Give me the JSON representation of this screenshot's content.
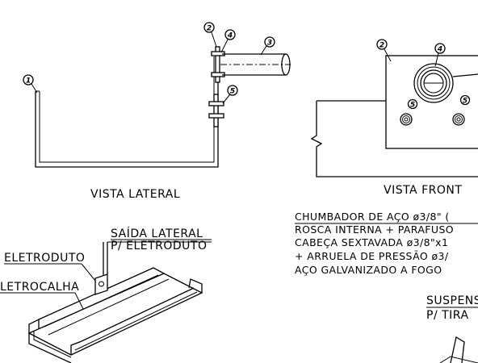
{
  "views": {
    "side": {
      "title": "VISTA LATERAL"
    },
    "front": {
      "title": "VISTA FRONT"
    }
  },
  "callouts": [
    "1",
    "2",
    "3",
    "4",
    "5"
  ],
  "anchor_note": {
    "lines": [
      "CHUMBADOR DE AÇO ø3/8\" (",
      "ROSCA INTERNA + PARAFUSO",
      "CABEÇA SEXTAVADA ø3/8\"x1",
      "+ ARRUELA DE PRESSÃO ø3/",
      "AÇO GALVANIZADO A FOGO"
    ]
  },
  "iso_labels": {
    "eletroduto": "ELETRODUTO",
    "eletrocalha": "LETROCALHA",
    "saida_1": "SAÍDA LATERAL",
    "saida_2": "P/ ELETRODUTO",
    "suspensao_1": "SUSPENS",
    "suspensao_2": "P/ TIRA"
  }
}
